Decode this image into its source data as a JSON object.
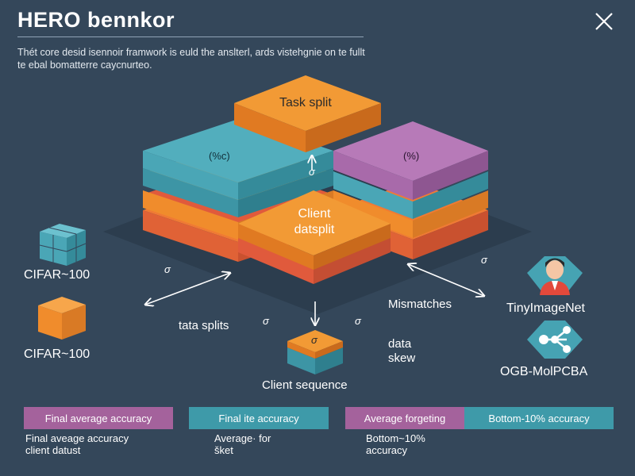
{
  "header": {
    "title": "HERO bennkor",
    "description_line1": "Thét core desid isennoir framwork is euld the anslterl, ards vistehgnie on te fullt",
    "description_line2": "te ebal bomatterre caycnurteo."
  },
  "diagram": {
    "task_split": "Task split",
    "client_datsplit_line1": "Client",
    "client_datsplit_line2": "datsplit",
    "left_stack_label": "(%c)",
    "right_stack_label": "(%)",
    "sigma_center": "σ",
    "sigma_bottom_cube": "σ",
    "sigma_left": "σ",
    "sigma_right": "σ",
    "sigma_mid1": "σ",
    "sigma_mid2": "σ",
    "tata_splits": "tata splits",
    "data_skew_line1": "data",
    "data_skew_line2": "skew",
    "mismatches": "Mismatches",
    "client_sequence": "Client sequence",
    "cifar1": "CIFAR~100",
    "cifar2": "CIFAR~100",
    "tinyimagenet": "TinyImageNet",
    "ogb": "OGB-MolPCBA"
  },
  "legend": {
    "box1": "Final average accuracy",
    "box2": "Final ite accuracy",
    "box3": "Average forgeting",
    "box4": "Bottom-10% accuracy",
    "cap1_line1": "Final aveage accuracy",
    "cap1_line2": "client datust",
    "cap2_line1": "Average· for",
    "cap2_line2": "šket",
    "cap3_line1": "Bottom~10%",
    "cap3_line2": "accuracy"
  },
  "colors": {
    "background": "#34475a",
    "orange": "#f08c2c",
    "teal": "#4aa6b6",
    "purple": "#a86aaa",
    "red": "#df5a3c",
    "legend_purple": "#a4629c",
    "legend_teal": "#3e9aa9"
  }
}
